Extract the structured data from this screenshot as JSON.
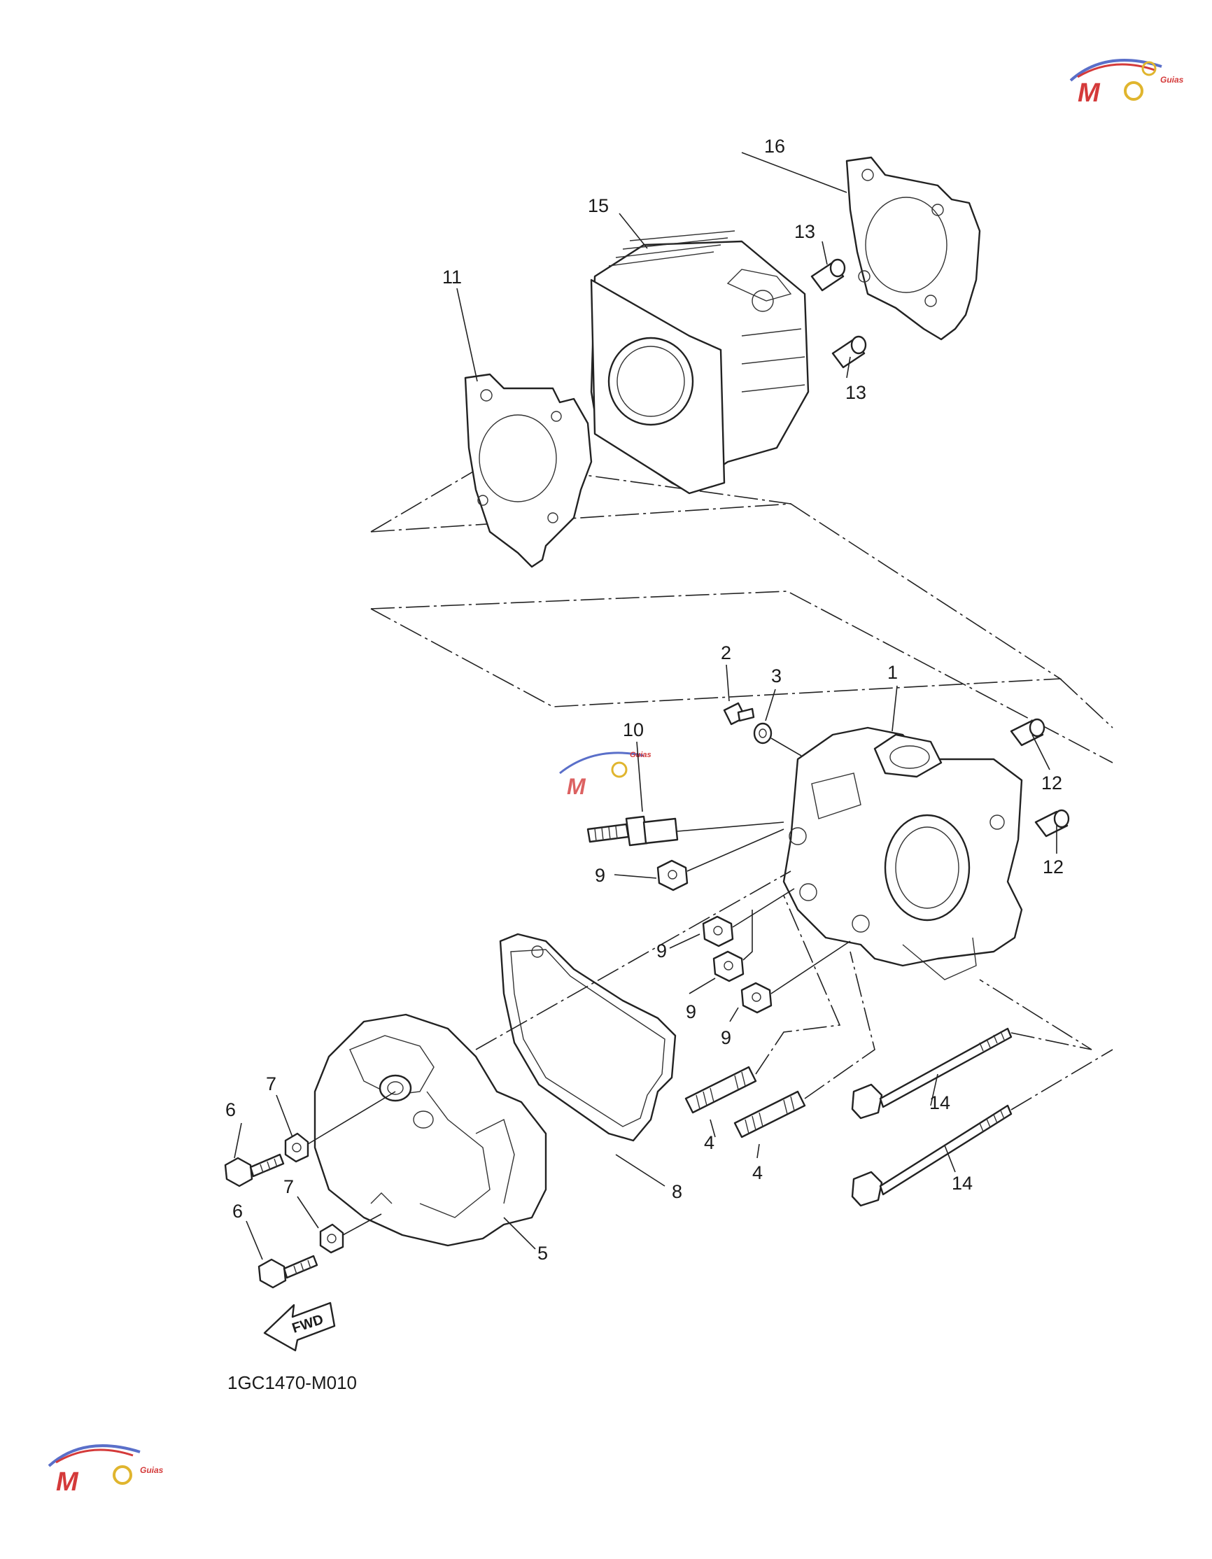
{
  "diagram_code": "1GC1470-M010",
  "forward_label": "FWD",
  "callouts": [
    "1",
    "2",
    "3",
    "4",
    "4",
    "5",
    "6",
    "6",
    "7",
    "7",
    "8",
    "9",
    "9",
    "9",
    "9",
    "10",
    "11",
    "12",
    "12",
    "13",
    "13",
    "14",
    "14",
    "15",
    "16"
  ],
  "watermark": {
    "text": "MOTO",
    "sub": "Guias",
    "accent": "#d43a3a",
    "accent2": "#5a6fc9",
    "gear": "#e0b52e"
  },
  "colors": {
    "line": "#222222",
    "background": "#ffffff"
  }
}
